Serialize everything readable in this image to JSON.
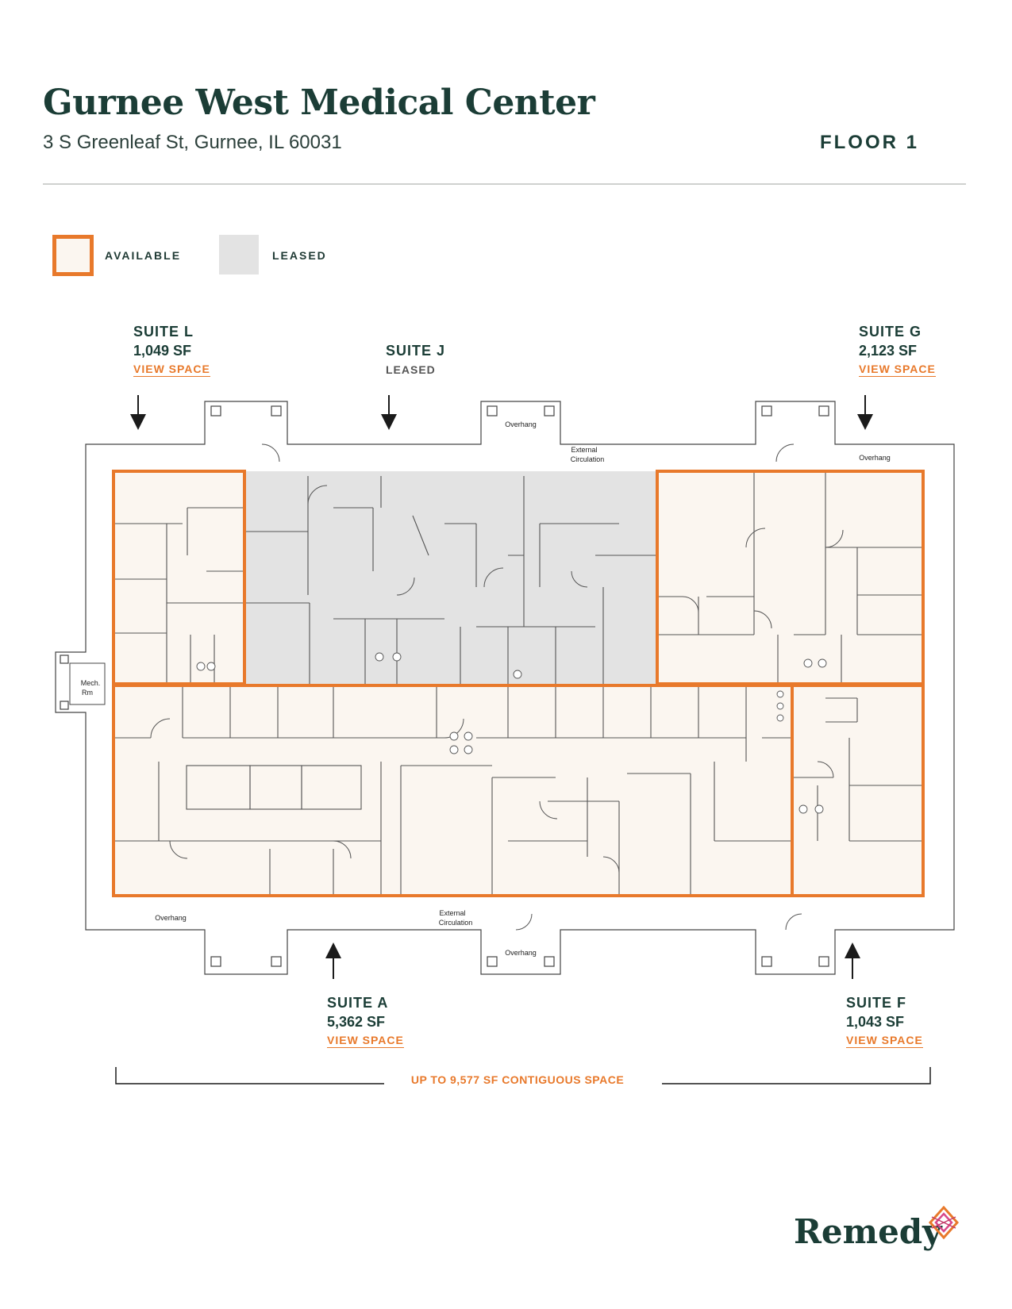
{
  "header": {
    "title": "Gurnee West Medical Center",
    "address": "3 S Greenleaf St, Gurnee, IL 60031",
    "floor": "FLOOR 1"
  },
  "legend": {
    "available": "AVAILABLE",
    "leased": "LEASED"
  },
  "suites": {
    "l": {
      "name": "SUITE L",
      "area": "1,049 SF",
      "link": "VIEW SPACE"
    },
    "j": {
      "name": "SUITE J",
      "status": "LEASED"
    },
    "g": {
      "name": "SUITE G",
      "area": "2,123 SF",
      "link": "VIEW SPACE"
    },
    "a": {
      "name": "SUITE A",
      "area": "5,362 SF",
      "link": "VIEW SPACE"
    },
    "f": {
      "name": "SUITE F",
      "area": "1,043 SF",
      "link": "VIEW SPACE"
    }
  },
  "plan_labels": {
    "overhang": "Overhang",
    "external_circulation_1": "External",
    "external_circulation_2": "Circulation",
    "mech_1": "Mech.",
    "mech_2": "Rm"
  },
  "contiguous": "UP TO 9,577 SF CONTIGUOUS SPACE",
  "brand": "Remedy",
  "colors": {
    "available_outline": "#e8792b",
    "available_fill": "#fbf6f0",
    "leased_fill": "#e3e3e3",
    "text_dark": "#1b3d36"
  }
}
